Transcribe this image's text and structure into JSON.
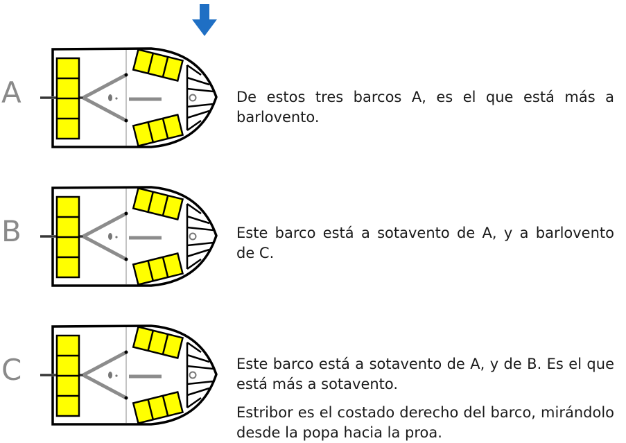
{
  "colors": {
    "wind_arrow": "#1f6fc4",
    "deck_panels": "#ffff00",
    "hull_outline": "#000000",
    "letter": "#8a8a8a"
  },
  "wind_arrow_icon": "arrow-down-icon",
  "boats": [
    {
      "letter": "A",
      "caption": "De estos tres barcos A, es el que está más a barlovento."
    },
    {
      "letter": "B",
      "caption": "Este barco está a sotavento de A, y a barlovento de C."
    },
    {
      "letter": "C",
      "caption": "Este barco está a sotavento de A, y de B. Es el que está más a sotavento."
    }
  ],
  "note": "Estribor es el costado derecho del barco, mirándolo desde la popa hacia la proa."
}
